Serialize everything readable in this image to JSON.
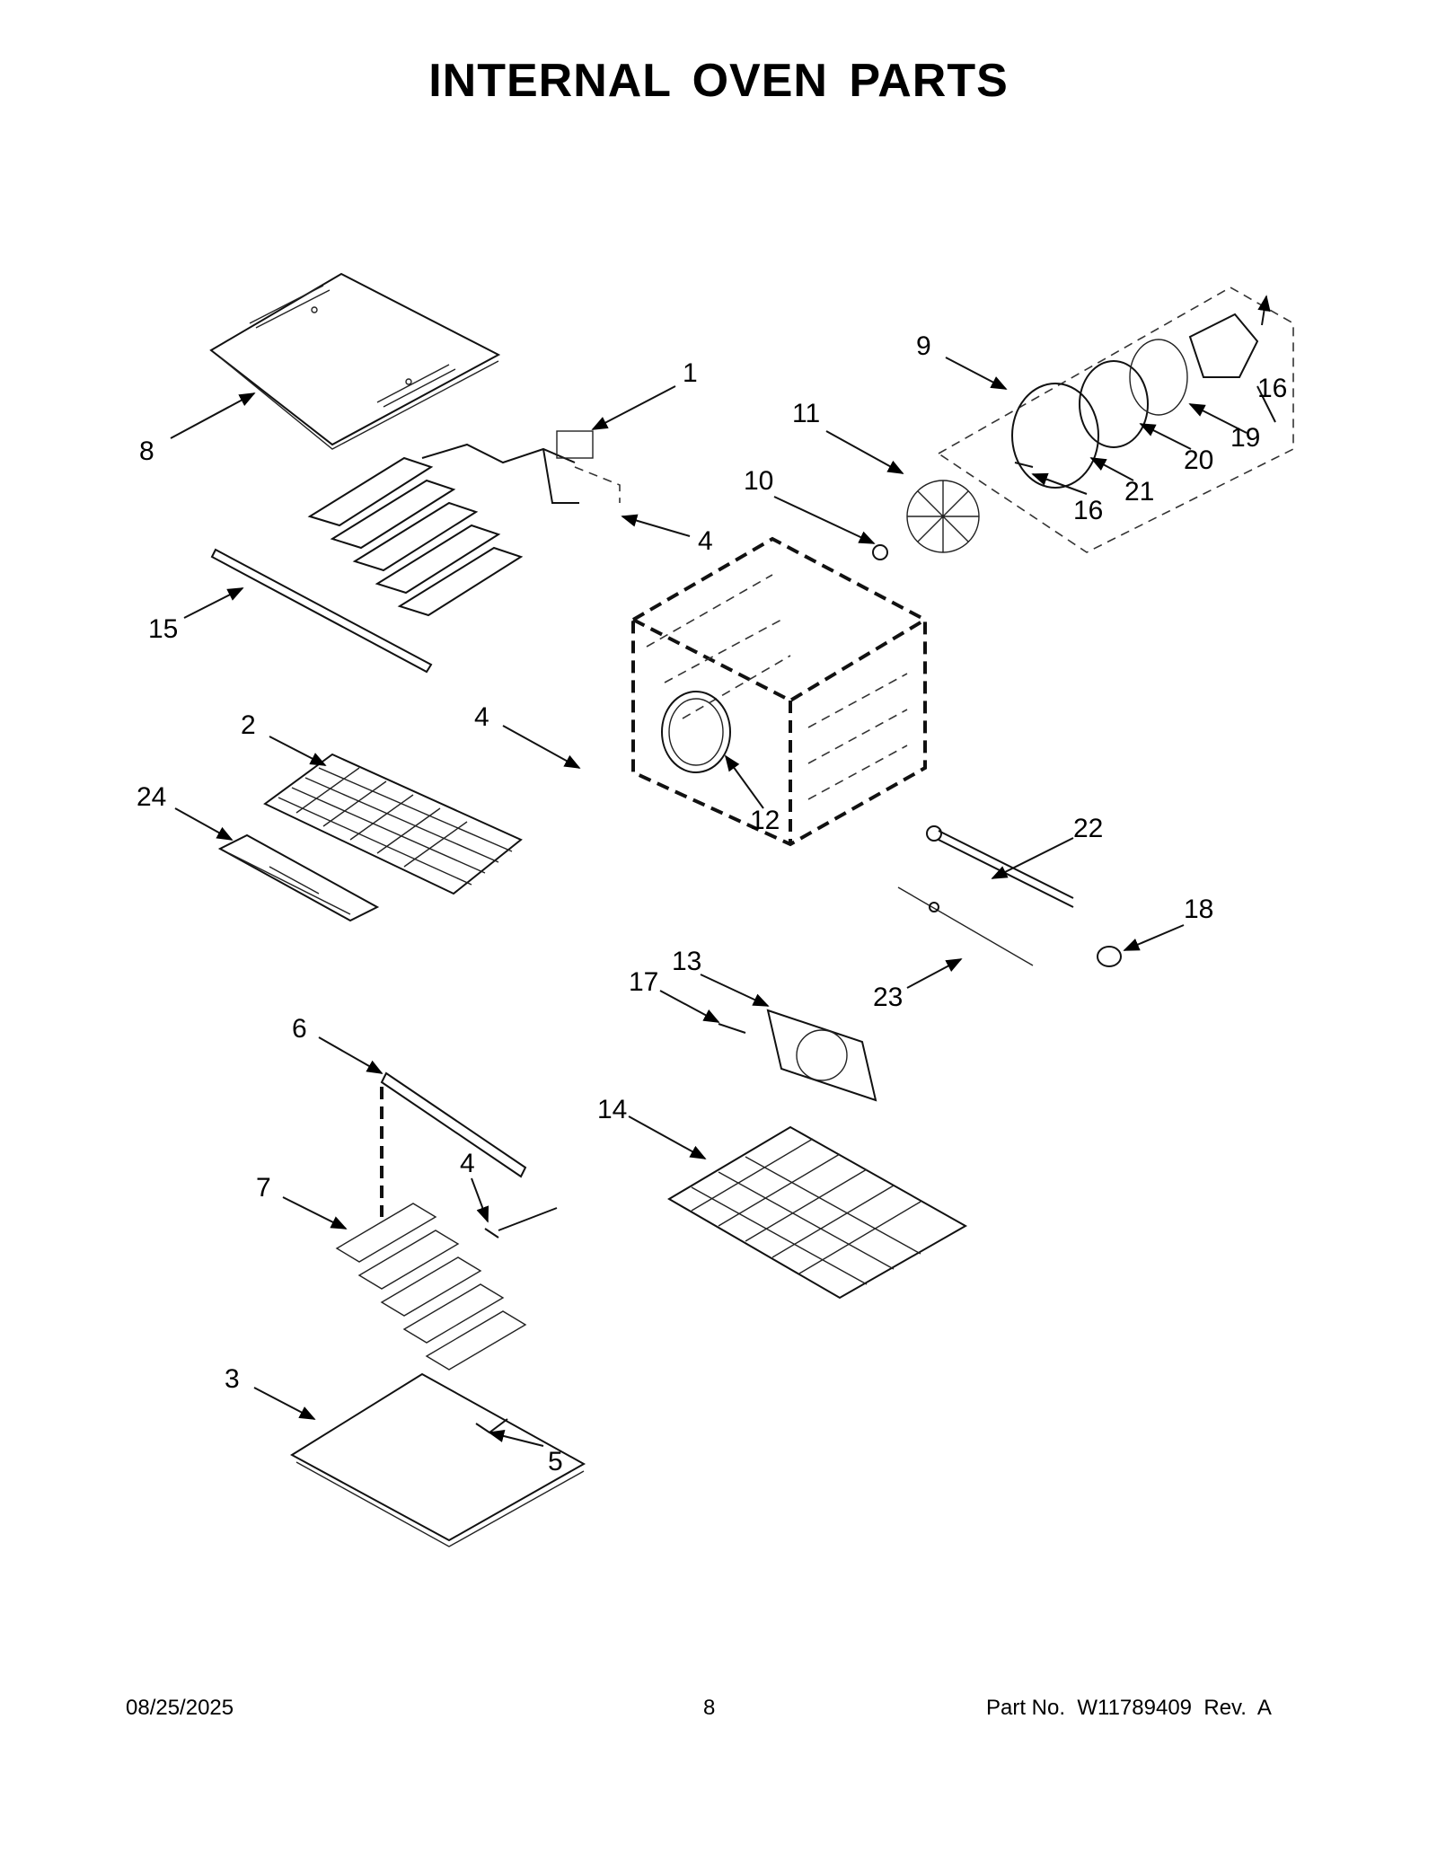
{
  "title": "INTERNAL OVEN PARTS",
  "footer": {
    "date": "08/25/2025",
    "page": "8",
    "part_no": "Part No.  W11789409  Rev.  A"
  },
  "callouts": {
    "c1": "1",
    "c2": "2",
    "c3": "3",
    "c4a": "4",
    "c4b": "4",
    "c4c": "4",
    "c5": "5",
    "c6": "6",
    "c7": "7",
    "c8": "8",
    "c9": "9",
    "c10": "10",
    "c11": "11",
    "c12": "12",
    "c13": "13",
    "c14": "14",
    "c15": "15",
    "c16a": "16",
    "c16b": "16",
    "c17": "17",
    "c18": "18",
    "c19": "19",
    "c20": "20",
    "c21": "21",
    "c22": "22",
    "c23": "23",
    "c24": "24"
  }
}
